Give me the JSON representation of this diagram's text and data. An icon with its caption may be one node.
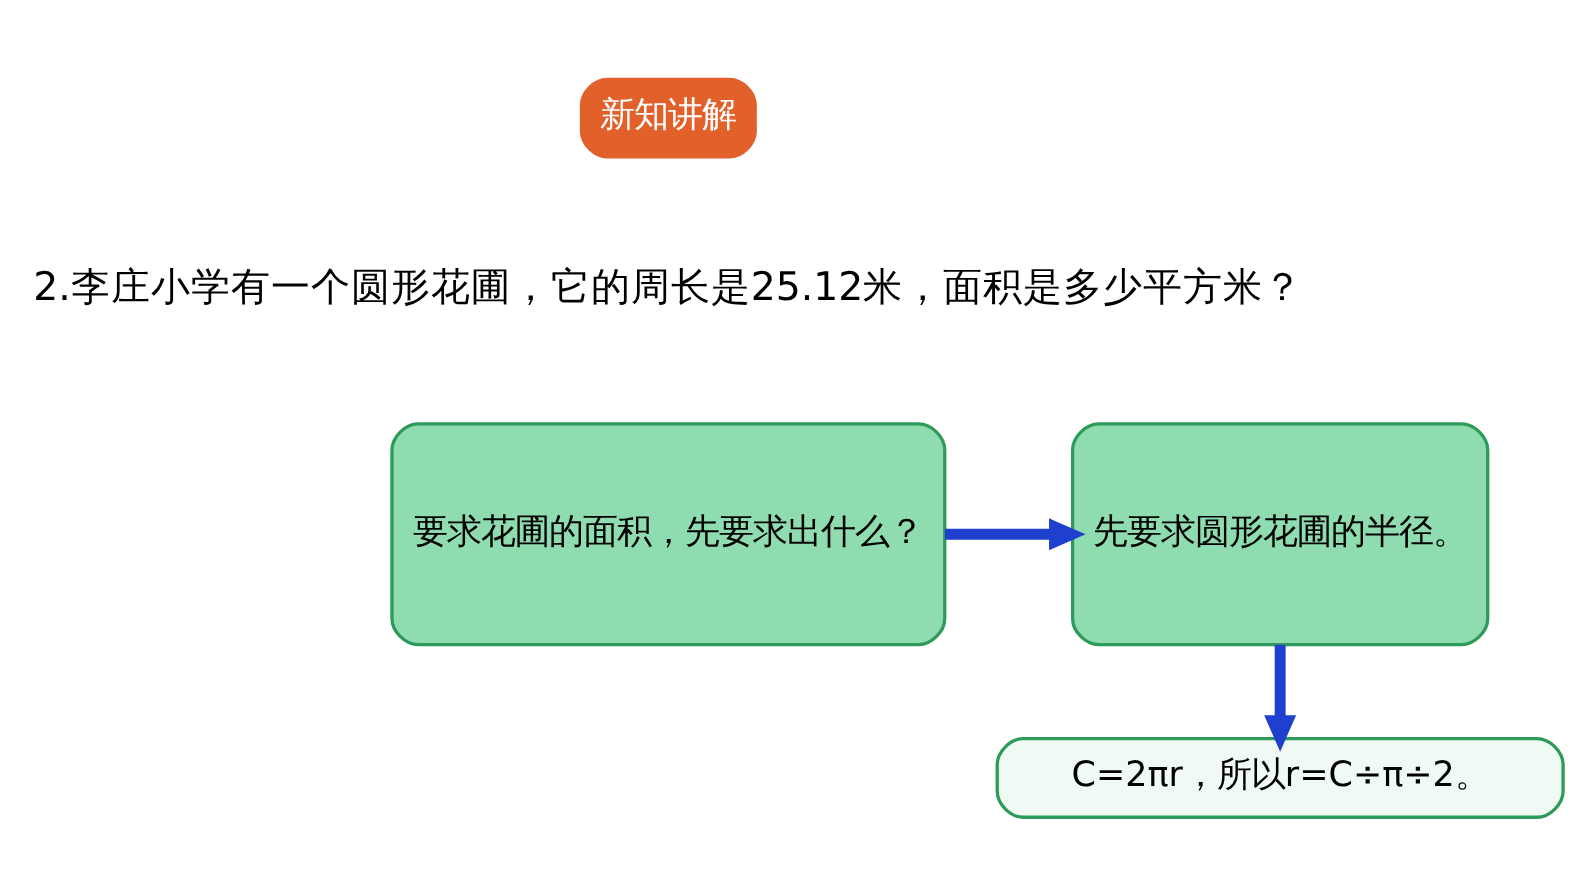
{
  "diagram": {
    "nodes": [
      {
        "text": [
          "要求花圃的面积，先要求出什么？"
        ]
      },
      {
        "text": [
          "先要求圆形花圃的半径。"
        ]
      },
      {
        "text": [
          "C=2πr，所以r=C÷π÷2。"
        ]
      }
    ],
    "edges": [
      {
        "from": 0,
        "to": 1,
        "arrow": "to"
      },
      {
        "from": 1,
        "to": 2,
        "arrow": "to"
      }
    ],
    "labels": [
      "新知讲解",
      "2.李庄小学有一个圆形花圃，它的周长是25.12米，面积是多少平方米？"
    ]
  }
}
